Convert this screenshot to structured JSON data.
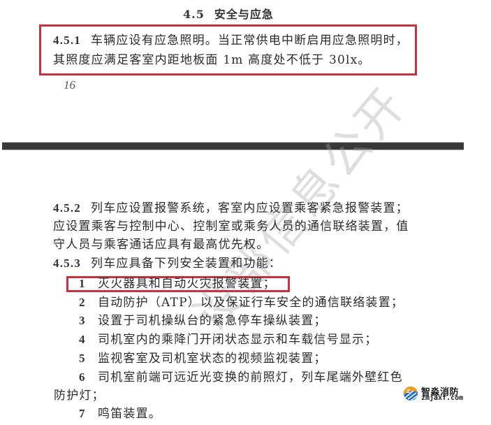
{
  "section": {
    "number": "4.5",
    "title": "安全与应急"
  },
  "clause_4_5_1": {
    "number": "4.5.1",
    "line1": "车辆应设有应急照明。当正常供电中断启用应急照明时，",
    "line2": "其照度应满足客室内距地板面 1m 高度处不低于 30lx。"
  },
  "page_number": "16",
  "clause_4_5_2": {
    "number": "4.5.2",
    "line1": "列车应设置报警系统，客室内应设置乘客紧急报警装置；",
    "line2": "应设置乘客与控制中心、控制室或乘务人员的通信联络装置，值",
    "line3": "守人员与乘客通话应具有最高优先权。"
  },
  "clause_4_5_3": {
    "number": "4.5.3",
    "intro": "列车应具备下列安全装置和功能：",
    "items": [
      {
        "num": "1",
        "text": "灭火器具和自动火灾报警装置；"
      },
      {
        "num": "2",
        "text": "自动防护（ATP）以及保证行车安全的通信联络装置；"
      },
      {
        "num": "3",
        "text": "设置于司机操纵台的紧急停车操纵装置；"
      },
      {
        "num": "4",
        "text": "司机室内的乘降门开闭状态显示和车载信号显示；"
      },
      {
        "num": "5",
        "text": "监视客室及司机室状态的视频监视装置；"
      },
      {
        "num": "6",
        "text": "司机室前端可远近光变换的前照灯，列车尾端外壁红色",
        "continuation": "防护灯；"
      },
      {
        "num": "7",
        "text": "鸣笛装置。"
      }
    ]
  },
  "watermark": "设部信息公开",
  "logo": {
    "name": "智淼消防",
    "url": "zmjaxf.com"
  },
  "colors": {
    "highlight_box": "#c8323f",
    "divider": "#383838",
    "text": "#2b2b2b"
  }
}
